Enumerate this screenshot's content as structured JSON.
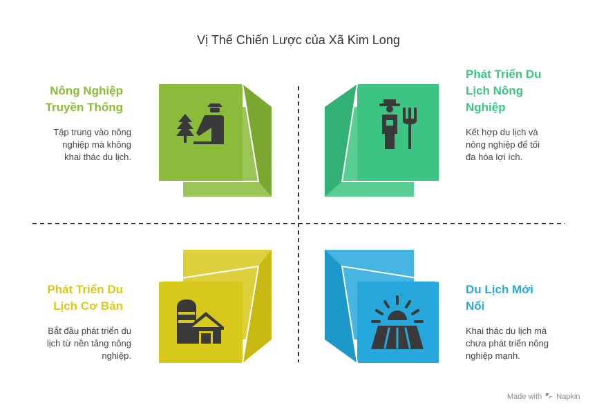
{
  "title": "Vị Thế Chiến Lược của Xã Kim Long",
  "colors": {
    "green": "#8bbb3a",
    "teal": "#3dc482",
    "yellow": "#d8c81b",
    "blue": "#27a8dc",
    "icon": "#3a3a3a"
  },
  "quadrants": {
    "top_left": {
      "title_lines": [
        "Nông Nghiệp",
        "Truyền Thống"
      ],
      "desc_lines": [
        "Tập trung vào nông",
        "nghiệp mà không",
        "khai thác du lịch."
      ],
      "icon": "farmer-planting-icon"
    },
    "top_right": {
      "title_lines": [
        "Phát Triển Du",
        "Lịch Nông",
        "Nghiệp"
      ],
      "desc_lines": [
        "Kết hợp du lịch và",
        "nông nghiệp để tối",
        "đa hóa lợi ích."
      ],
      "icon": "farmer-pitchfork-icon"
    },
    "bottom_left": {
      "title_lines": [
        "Phát Triển Du",
        "Lịch Cơ Bản"
      ],
      "desc_lines": [
        "Bắt đầu phát triển du",
        "lịch từ nền tảng nông",
        "nghiệp."
      ],
      "icon": "barn-silo-icon"
    },
    "bottom_right": {
      "title_lines": [
        "Du Lịch Mới",
        "Nổi"
      ],
      "desc_lines": [
        "Khai thác du lịch mà",
        "chưa phát triển nông",
        "nghiệp mạnh."
      ],
      "icon": "sunrise-field-icon"
    }
  },
  "footer": {
    "made_with": "Made with",
    "brand": "Napkin"
  }
}
